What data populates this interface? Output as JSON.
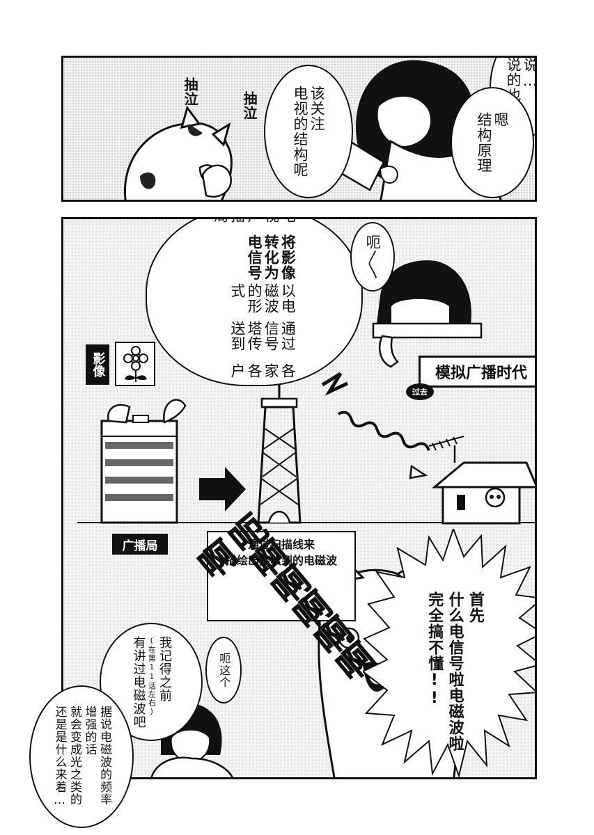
{
  "panel1": {
    "sfx_a": "抽泣",
    "sfx_b": "抽泣",
    "bubble_tv": "该关注\n电视的结构呢",
    "bubble_right_a": "说…\n说的也是",
    "bubble_right_b": "嗯\n结构原理"
  },
  "panel2": {
    "bubble_main_lines": [
      "电视广播局",
      "将影像转化为电信号",
      "以电磁波的形式",
      "通过信号塔传送到",
      "各家各户"
    ],
    "bubble_uh": "呃〱",
    "era_label": "模拟广播时代",
    "era_badge": "过去",
    "image_tag": "影像",
    "station_tag": "广播局",
    "scan_caption_line1": "通过扫描线来",
    "scan_caption_line2": "描绘出接收到的电磁波",
    "sfx_scream": "呃啊啊啊啊啊啊",
    "burst_lines": [
      "首先",
      "什么电信号啦电磁波啦",
      "完全搞不懂!!"
    ],
    "bubble_memory_main": "我记得之前",
    "bubble_memory_note": "(在第11话左右)",
    "bubble_memory_tail": "有讲过电磁波吧",
    "bubble_this": "呃这个",
    "bubble_bottom_lines": [
      "据说电磁波的频率",
      "增强的话",
      "就会变成光之类的",
      "还是是什么来着…"
    ]
  }
}
